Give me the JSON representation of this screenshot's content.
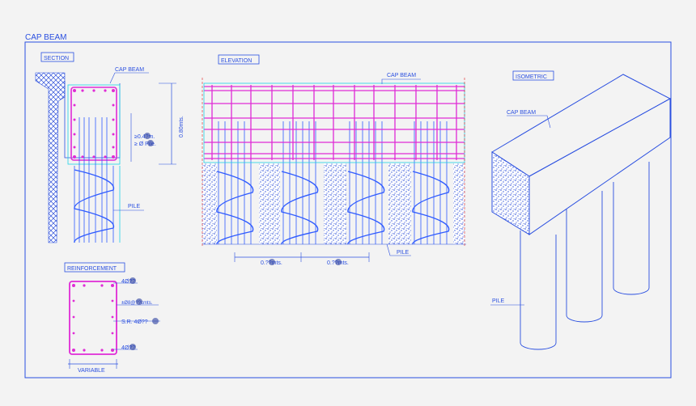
{
  "sheet_title": "CAP BEAM",
  "section": {
    "title": "SECTION",
    "cap_beam_label": "CAP BEAM",
    "dim_height": "0.80mts.",
    "note_line1": "≥0.4?m.",
    "note_line2": "≥ Ø Pile.",
    "pile_label": "PILE"
  },
  "elevation": {
    "title": "ELEVATION",
    "cap_beam_label": "CAP BEAM",
    "spacing_1": "0.??mts.",
    "spacing_2": "0.??mts.",
    "pile_label": "PILE"
  },
  "isometric": {
    "title": "ISOMETRIC",
    "cap_beam_label": "CAP BEAM",
    "pile_label": "PILE"
  },
  "reinforcement": {
    "title": "REINFORCEMENT",
    "callout_top": "4Ø??",
    "callout_stirrup": "±Ø8@??cmts.",
    "callout_sr": "S.R. 4Ø??",
    "callout_bottom": "4Ø??",
    "width_label": "VARIABLE"
  },
  "colors": {
    "background": "#f3f3f3",
    "frame": "#2a4fe0",
    "line": "#2f5bff",
    "rebar": "#e02bd6",
    "cyan": "#1fd4e6",
    "hatch": "#3050d0",
    "callout_dot": "#2c3fa0"
  }
}
